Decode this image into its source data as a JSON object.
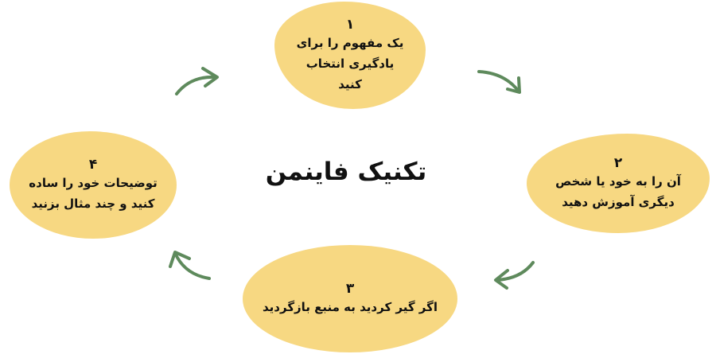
{
  "title": "تکنیک فاینمن",
  "steps": [
    {
      "number": "۱",
      "lines": [
        "یک مفهوم را برای",
        "یادگیری انتخاب",
        "کنید"
      ]
    },
    {
      "number": "۲",
      "lines": [
        "آن را به خود یا شخص",
        "دیگری آموزش دهید"
      ]
    },
    {
      "number": "۳",
      "lines": [
        "اگر گیر کردید به منبع بازگردید"
      ]
    },
    {
      "number": "۴",
      "lines": [
        "توضیحات خود را ساده",
        "کنید و چند مثال بزنید"
      ]
    }
  ],
  "colors": {
    "blob": "#f7d882",
    "arrow": "#5e8a5c",
    "text": "#111111"
  },
  "arrows": [
    "step4-to-step1",
    "step1-to-step2",
    "step2-to-step3",
    "step3-to-step4"
  ]
}
